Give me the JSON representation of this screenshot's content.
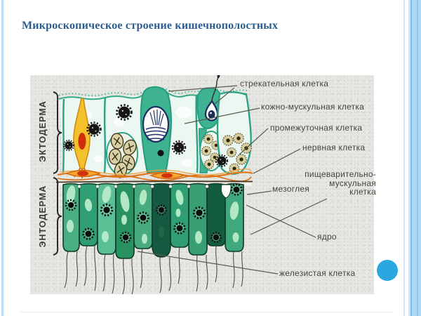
{
  "slide": {
    "title": "Микроскопическое строение кишечнополостных",
    "accent_colors": {
      "title_text": "#2b5c8e",
      "side_stripe_light": "#abd9f5",
      "side_stripe_dark": "#7fbfe9",
      "bullet_circle": "#2aa7e0",
      "panel_background": "#e6e6e3"
    }
  },
  "diagram": {
    "layer_labels": {
      "ectoderm": "ЭКТОДЕРМА",
      "endoderm": "ЭНТОДЕРМА"
    },
    "callouts": {
      "stinging_cell": "стрекательная клетка",
      "skin_muscle_cell": "кожно-мускульная клетка",
      "intermediate_cell": "промежуточная клетка",
      "nerve_cell": "нервная клетка",
      "digestive_muscle_line1": "пищеварительно-",
      "digestive_muscle_line2": "мускульная",
      "digestive_muscle_line3": "клетка",
      "mesoglea": "мезоглея",
      "nucleus": "ядро",
      "glandular_cell": "железистая клетка"
    },
    "illustration_colors": {
      "ectoderm_cell_outline": "#2da287",
      "stinging_capsule_ink": "#1e2f66",
      "sensory_cell_yellow": "#f2c12c",
      "nerve_net_orange": "#e0791b",
      "endoderm_green": "#2f9e72",
      "nucleus_black": "#141414",
      "intermediate_beige": "#d8cea2"
    }
  }
}
